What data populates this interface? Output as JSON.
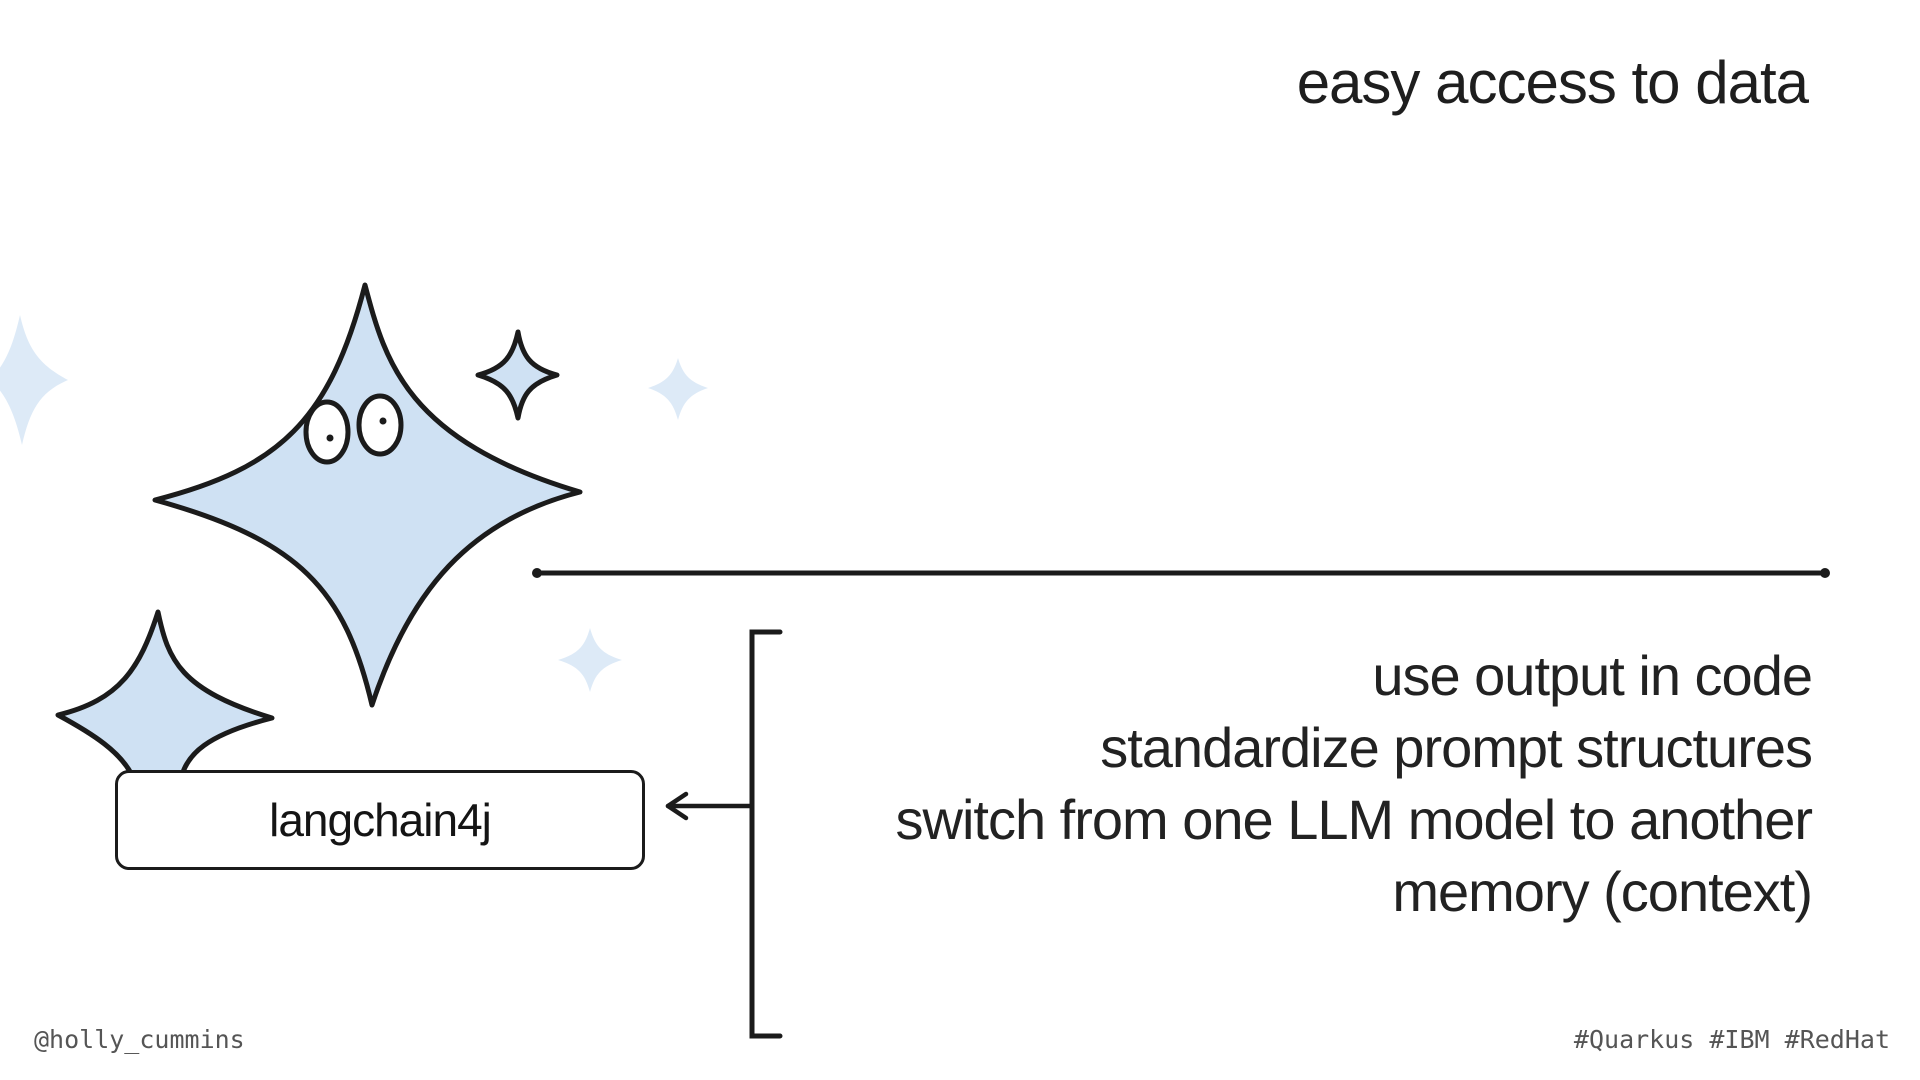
{
  "heading": "easy access to data",
  "framework_label": "langchain4j",
  "features": [
    "use output in code",
    "standardize prompt structures",
    "switch from one LLM model to another",
    "memory (context)"
  ],
  "footer": {
    "handle": "@holly_cummins",
    "hashtags": "#Quarkus #IBM #RedHat"
  },
  "colors": {
    "sparkle_fill": "#cfe1f3",
    "ink": "#1b1b1b"
  },
  "icons": [
    "large-sparkle-icon",
    "small-sparkle-icon",
    "tiny-sparkle-icon",
    "arrow-left-icon",
    "bracket-icon"
  ]
}
